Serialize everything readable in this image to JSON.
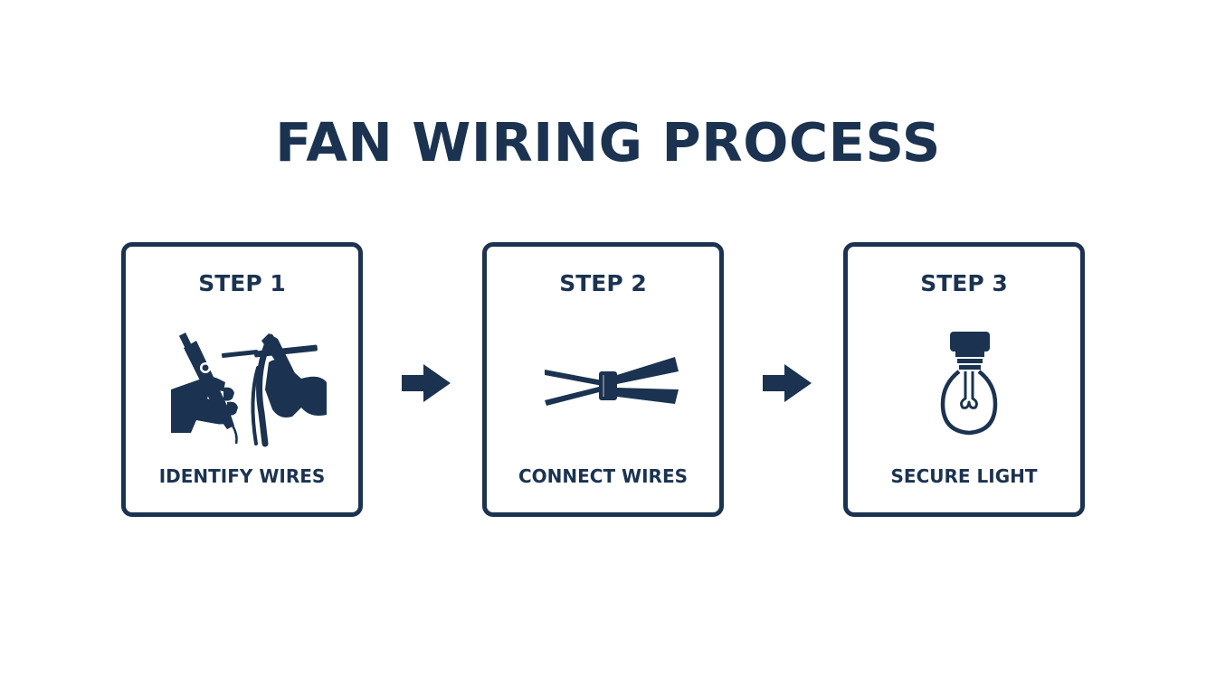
{
  "title": "FAN WIRING PROCESS",
  "colors": {
    "primary": "#1b3350",
    "background": "#ffffff"
  },
  "steps": [
    {
      "label": "STEP 1",
      "caption": "IDENTIFY WIRES",
      "icon": "hands-wire-tester-icon"
    },
    {
      "label": "STEP 2",
      "caption": "CONNECT WIRES",
      "icon": "wire-connector-icon"
    },
    {
      "label": "STEP 3",
      "caption": "SECURE LIGHT",
      "icon": "light-bulb-icon"
    }
  ],
  "connectors": [
    "arrow-right-icon",
    "arrow-right-icon"
  ]
}
